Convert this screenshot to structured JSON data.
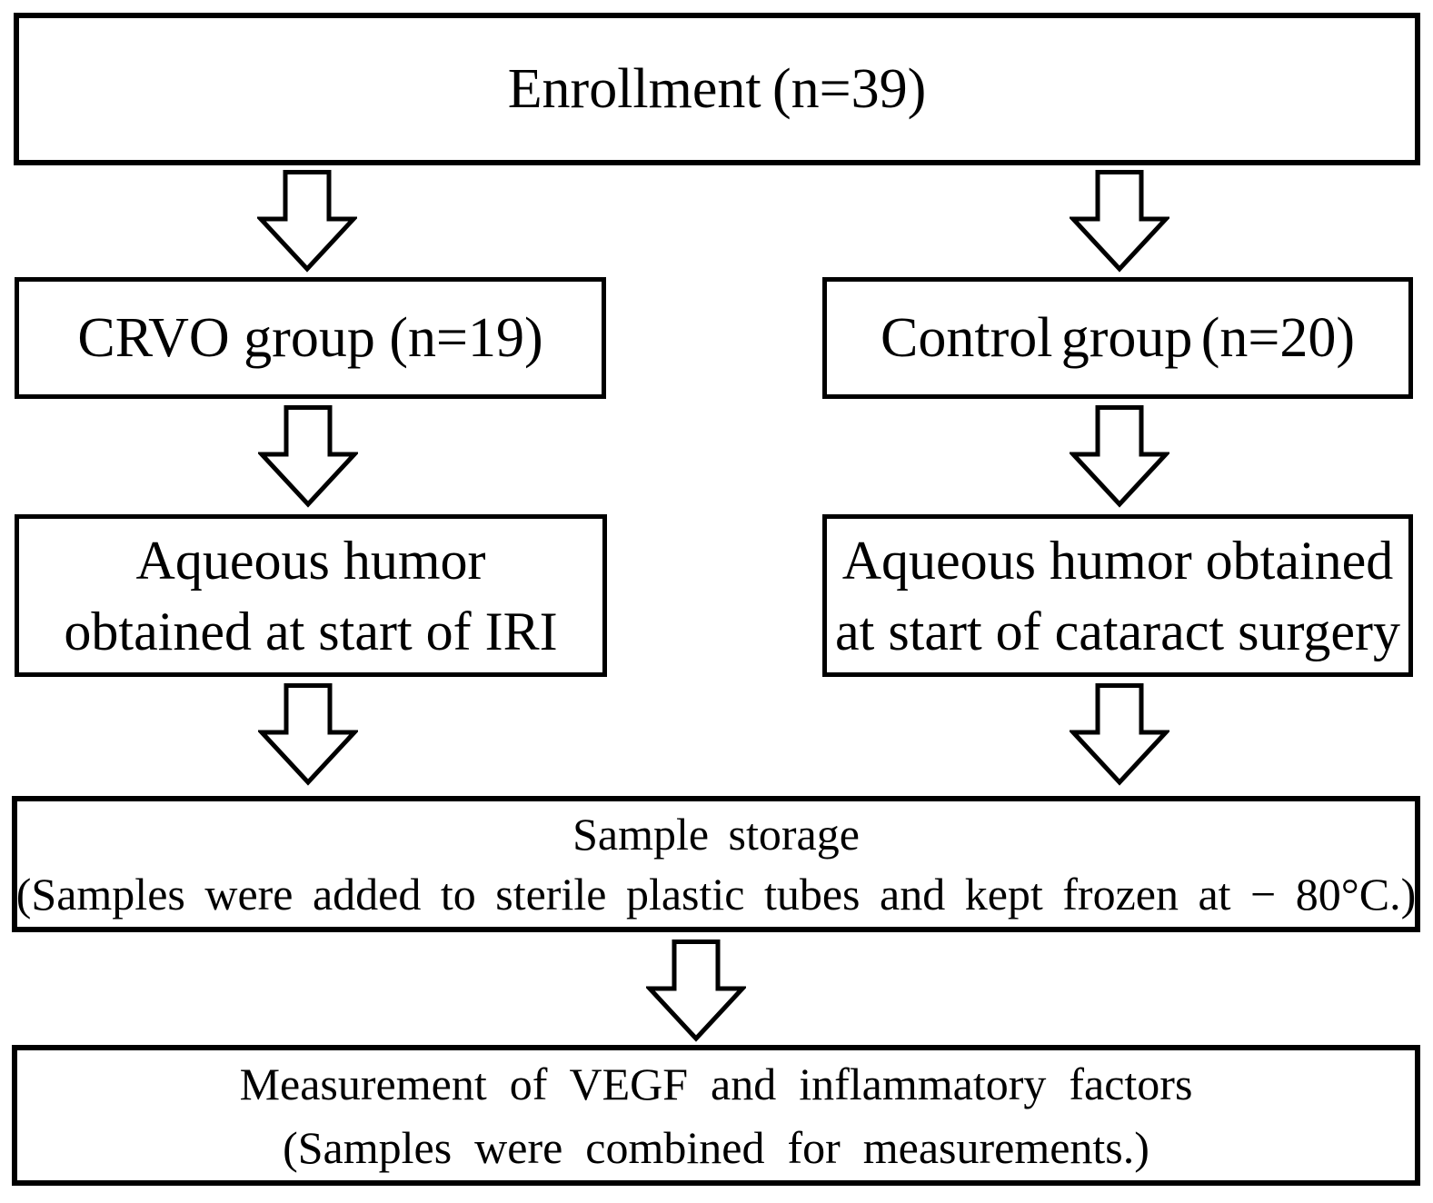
{
  "page": {
    "background": "#ffffff"
  },
  "diagram": {
    "type": "flowchart",
    "colors": {
      "line": "#000000",
      "node_fill": "#ffffff",
      "text": "#000000"
    },
    "nodes": {
      "enrollment": {
        "lines": [
          "Enrollment (n=39)"
        ]
      },
      "crvo_group": {
        "lines": [
          "CRVO group (n=19)"
        ]
      },
      "control_group": {
        "lines": [
          "Control group (n=20)"
        ]
      },
      "aqueous_crvo": {
        "lines": [
          "Aqueous humor",
          "obtained at start of IRI"
        ]
      },
      "aqueous_control": {
        "lines": [
          "Aqueous humor obtained",
          "at start of cataract surgery"
        ]
      },
      "sample_storage": {
        "lines": [
          "Sample storage",
          "(Samples were added to sterile plastic tubes and kept frozen at − 80°C.)"
        ]
      },
      "measurement": {
        "lines": [
          "Measurement of VEGF and inflammatory factors",
          "(Samples were combined for measurements.)"
        ]
      }
    },
    "arrows": [
      {
        "from": "enrollment",
        "to": "crvo_group"
      },
      {
        "from": "enrollment",
        "to": "control_group"
      },
      {
        "from": "crvo_group",
        "to": "aqueous_crvo"
      },
      {
        "from": "control_group",
        "to": "aqueous_control"
      },
      {
        "from": "aqueous_crvo",
        "to": "sample_storage"
      },
      {
        "from": "aqueous_control",
        "to": "sample_storage"
      },
      {
        "from": "sample_storage",
        "to": "measurement"
      }
    ]
  }
}
